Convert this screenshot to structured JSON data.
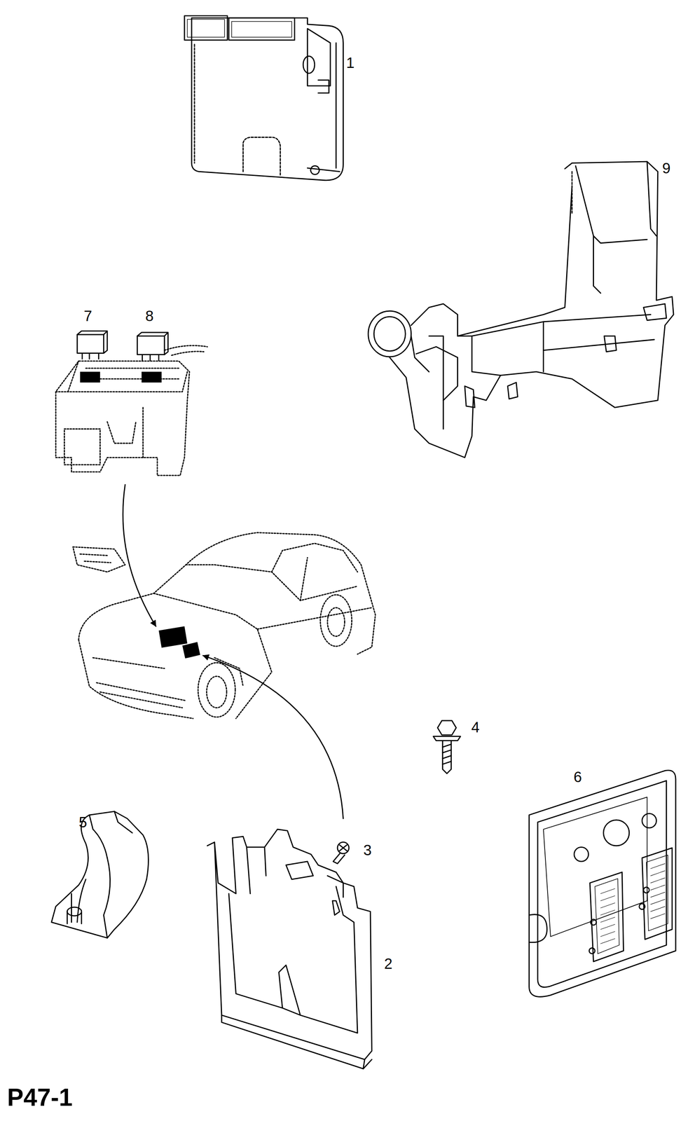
{
  "diagram": {
    "caption": "P47-1",
    "labels": [
      "1",
      "9",
      "7",
      "8",
      "4",
      "6",
      "5",
      "3",
      "2"
    ]
  }
}
